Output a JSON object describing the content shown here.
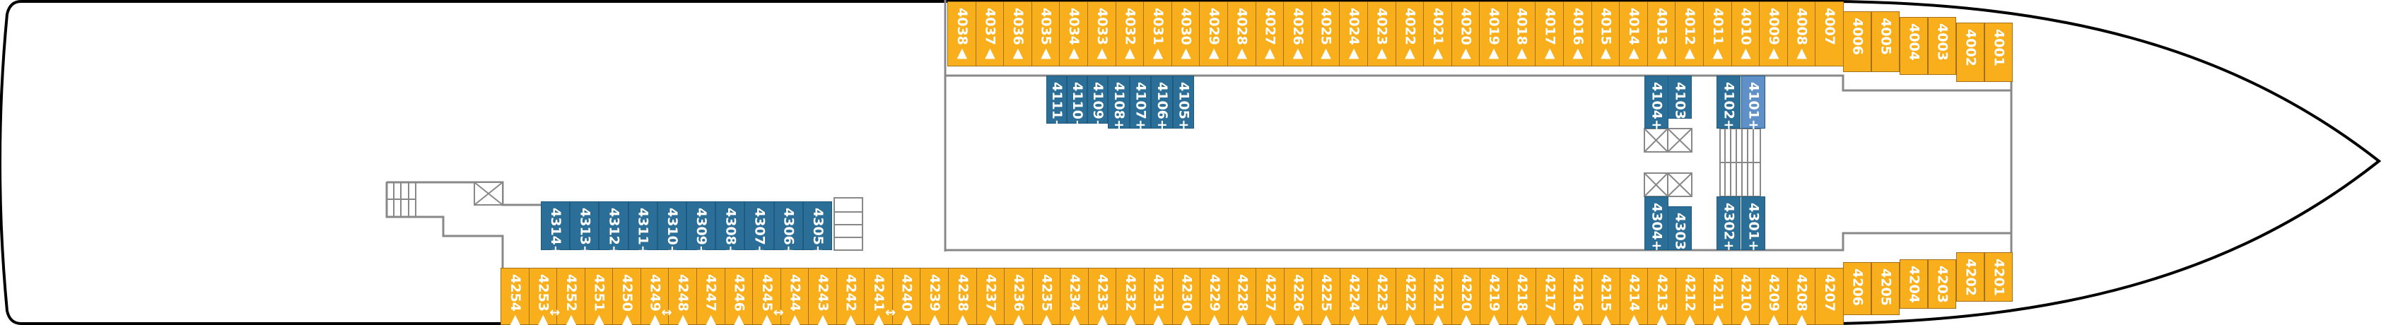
{
  "colors": {
    "standard": "#f9ae1b",
    "suite": "#2b6f98",
    "suite_alt": "#6090c8",
    "wall": "#888888",
    "hull": "#000000"
  },
  "top_row": [
    "4038▲",
    "4037▲",
    "4036▲",
    "4035▲",
    "4034▲",
    "4033▲",
    "4032▲",
    "4031▲",
    "4030▲",
    "4029▲",
    "4028▲",
    "4027▲",
    "4026▲",
    "4025▲",
    "4024▲",
    "4023▲",
    "4022▲",
    "4021▲",
    "4020▲",
    "4019▲",
    "4018▲",
    "4017▲",
    "4016▲",
    "4015▲",
    "4014▲",
    "4013▲",
    "4012▲",
    "4011▲",
    "4010▲",
    "4009▲",
    "4008▲",
    "4007"
  ],
  "top_bow": [
    "4006",
    "4005",
    "4004",
    "4003",
    "4002",
    "4001"
  ],
  "bottom_row": [
    "4254▲",
    "4253▲",
    "4252▲",
    "4251▲",
    "4250▲",
    "4249▲",
    "4248▲",
    "4247▲",
    "4246▲",
    "4245▲",
    "4244▲",
    "4243▲",
    "4242▲",
    "4241▲",
    "4240▲",
    "4239▲",
    "4238▲",
    "4237▲",
    "4236▲",
    "4235▲",
    "4234▲",
    "4233▲",
    "4232▲",
    "4231▲",
    "4230▲",
    "4229▲",
    "4228▲",
    "4227▲",
    "4226▲",
    "4225▲",
    "4224▲",
    "4223▲",
    "4222▲",
    "4221▲",
    "4220▲",
    "4219▲",
    "4218▲",
    "4217▲",
    "4216▲",
    "4215▲",
    "4214▲",
    "4213▲",
    "4212▲",
    "4211▲",
    "4210▲",
    "4209▲",
    "4208▲",
    "4207"
  ],
  "bottom_bow": [
    "4206",
    "4205",
    "4204",
    "4203",
    "4202",
    "4201"
  ],
  "suites_upper_a": [
    "4111+",
    "4110+",
    "4109+"
  ],
  "suites_upper_b": [
    "4108+",
    "4107+",
    "4106+",
    "4105+"
  ],
  "suites_upper_fwd": [
    "4104+",
    "4103",
    "4102+",
    "4101+"
  ],
  "suites_lower_aft": [
    "4314+",
    "4313+",
    "4312+",
    "4311+",
    "4310+",
    "4309+",
    "4308+",
    "4307+",
    "4306+",
    "4305+"
  ],
  "suites_lower_fwd": [
    "4304+",
    "4303",
    "4302+",
    "4301+"
  ],
  "connecting_symbol": "↔",
  "connecting_after_index": [
    1,
    5,
    9,
    13
  ]
}
